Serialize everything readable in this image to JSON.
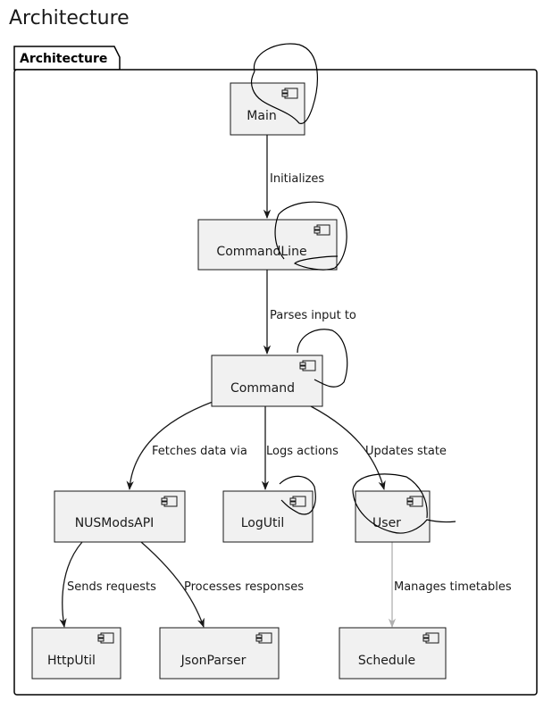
{
  "title": "Architecture",
  "package": {
    "label": "Architecture"
  },
  "nodes": {
    "main": {
      "label": "Main"
    },
    "commandline": {
      "label": "CommandLine"
    },
    "command": {
      "label": "Command"
    },
    "nusmodsapi": {
      "label": "NUSModsAPI"
    },
    "logutil": {
      "label": "LogUtil"
    },
    "user": {
      "label": "User"
    },
    "httputil": {
      "label": "HttpUtil"
    },
    "jsonparser": {
      "label": "JsonParser"
    },
    "schedule": {
      "label": "Schedule"
    }
  },
  "edges": {
    "initializes": {
      "label": "Initializes"
    },
    "parses_input": {
      "label": "Parses input to"
    },
    "fetches_data": {
      "label": "Fetches data via"
    },
    "logs_actions": {
      "label": "Logs actions"
    },
    "updates_state": {
      "label": "Updates state"
    },
    "sends_requests": {
      "label": "Sends requests"
    },
    "processes_responses": {
      "label": "Processes responses"
    },
    "manages_timetables": {
      "label": "Manages timetables"
    }
  },
  "colors": {
    "node_fill": "#f1f1f1",
    "node_border": "#181818",
    "edge": "#181818"
  }
}
